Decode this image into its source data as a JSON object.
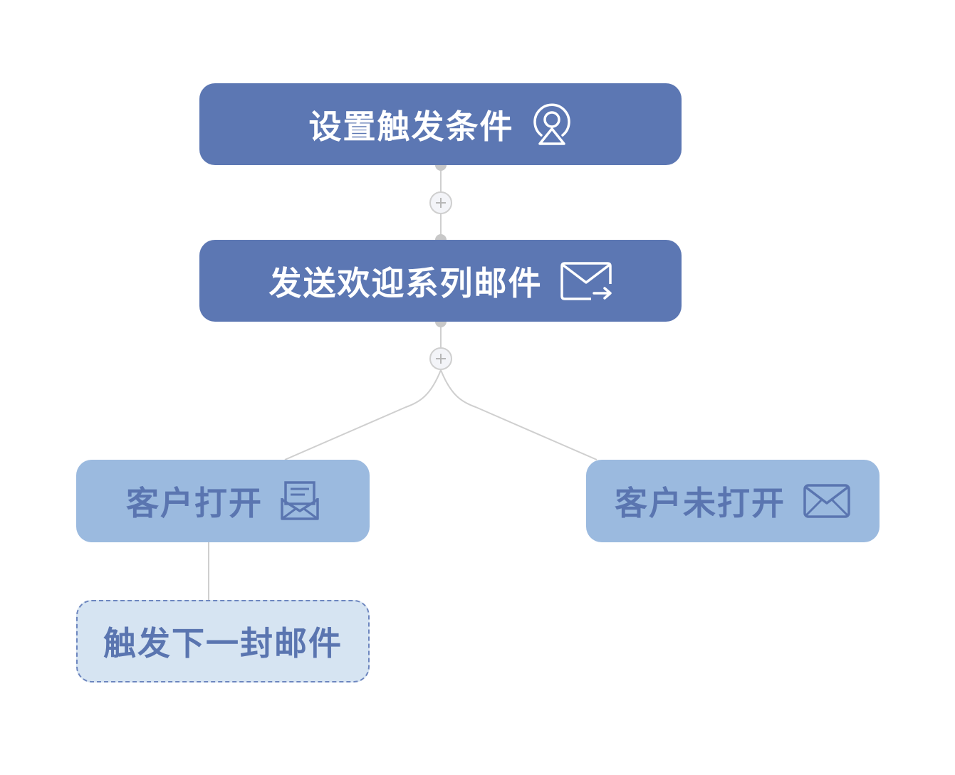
{
  "nodes": {
    "trigger": {
      "label": "设置触发条件",
      "icon": "trigger-signal-icon"
    },
    "send": {
      "label": "发送欢迎系列邮件",
      "icon": "mail-send-icon"
    },
    "opened": {
      "label": "客户打开",
      "icon": "mail-opened-icon"
    },
    "not_opened": {
      "label": "客户未打开",
      "icon": "mail-closed-icon"
    },
    "next": {
      "label": "触发下一封邮件"
    }
  },
  "colors": {
    "primary_node": "#5c77b3",
    "branch_node": "#9bbadf",
    "pending_node": "#d6e4f2",
    "text_dark_blue": "#5a75b0",
    "connector": "#c8c8c8"
  }
}
